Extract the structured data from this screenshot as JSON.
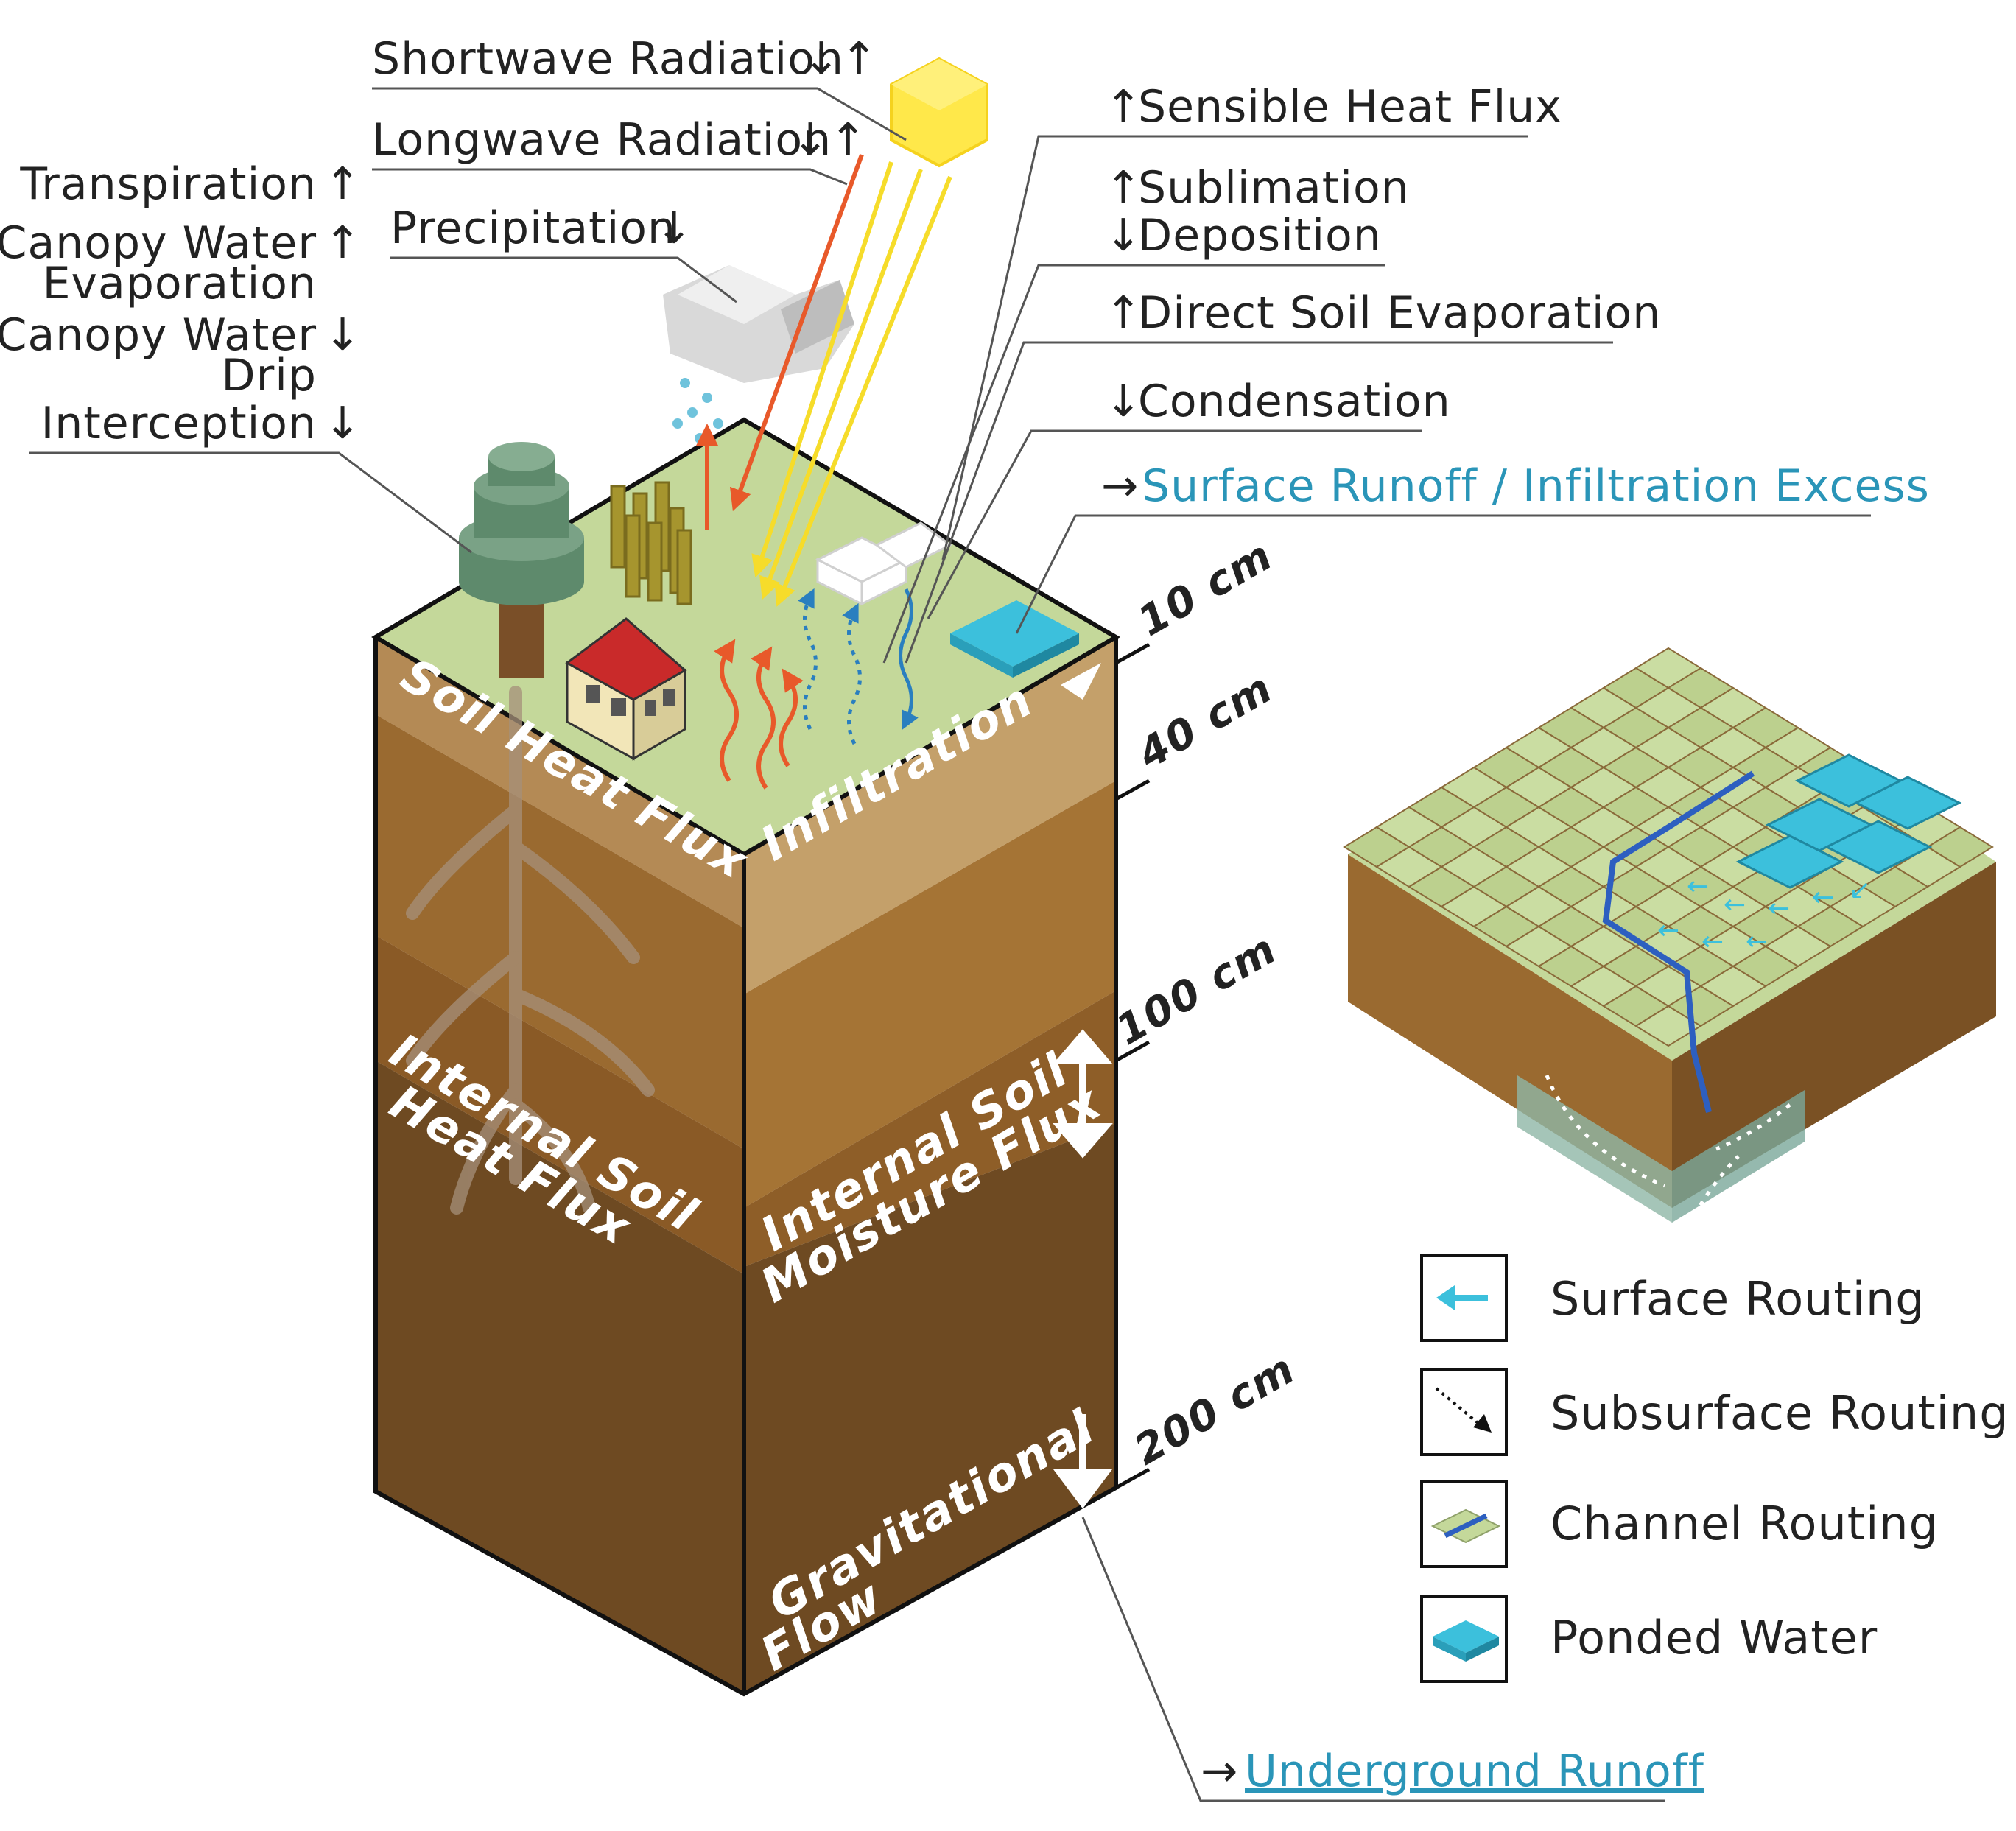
{
  "labels_left": {
    "shortwave": "Shortwave Radiation",
    "longwave": "Longwave Radiation",
    "transpiration": "Transpiration",
    "canopy_evap_1": "Canopy Water",
    "canopy_evap_2": "Evaporation",
    "precipitation": "Precipitation",
    "canopy_drip_1": "Canopy Water",
    "canopy_drip_2": "Drip",
    "interception": "Interception"
  },
  "labels_right": {
    "sensible_heat": "Sensible Heat Flux",
    "sublimation": "Sublimation",
    "deposition": "Deposition",
    "direct_soil_evap": "Direct Soil Evaporation",
    "condensation": "Condensation",
    "surface_runoff": "Surface Runoff / Infiltration Excess",
    "underground_runoff": "Underground Runoff"
  },
  "soil_labels": {
    "soil_heat_flux": "Soil Heat Flux",
    "infiltration": "Infiltration",
    "internal_heat_1": "Internal Soil",
    "internal_heat_2": "Heat Flux",
    "internal_moist_1": "Internal Soil",
    "internal_moist_2": "Moisture Flux",
    "gravitational_1": "Gravitational",
    "gravitational_2": "Flow"
  },
  "depths": [
    "10 cm",
    "40 cm",
    "100 cm",
    "200 cm"
  ],
  "legend": [
    {
      "label": "Surface Routing",
      "icon": "surface-routing-icon"
    },
    {
      "label": "Subsurface Routing",
      "icon": "subsurface-routing-icon"
    },
    {
      "label": "Channel Routing",
      "icon": "channel-routing-icon"
    },
    {
      "label": "Ponded Water",
      "icon": "ponded-water-icon"
    }
  ],
  "colors": {
    "grass_top": "#c4d89a",
    "soil_layer_1": "#b48a55",
    "soil_layer_2": "#9a6a30",
    "soil_layer_3": "#8a5a26",
    "soil_layer_4": "#6e4a22",
    "water": "#3cc0dc",
    "label_blue": "#2a95b8",
    "tree_green": "#5e8a6c",
    "sun": "#ffe84a",
    "radiation_orange": "#e8592a",
    "radiation_yellow": "#f6dc2a"
  }
}
